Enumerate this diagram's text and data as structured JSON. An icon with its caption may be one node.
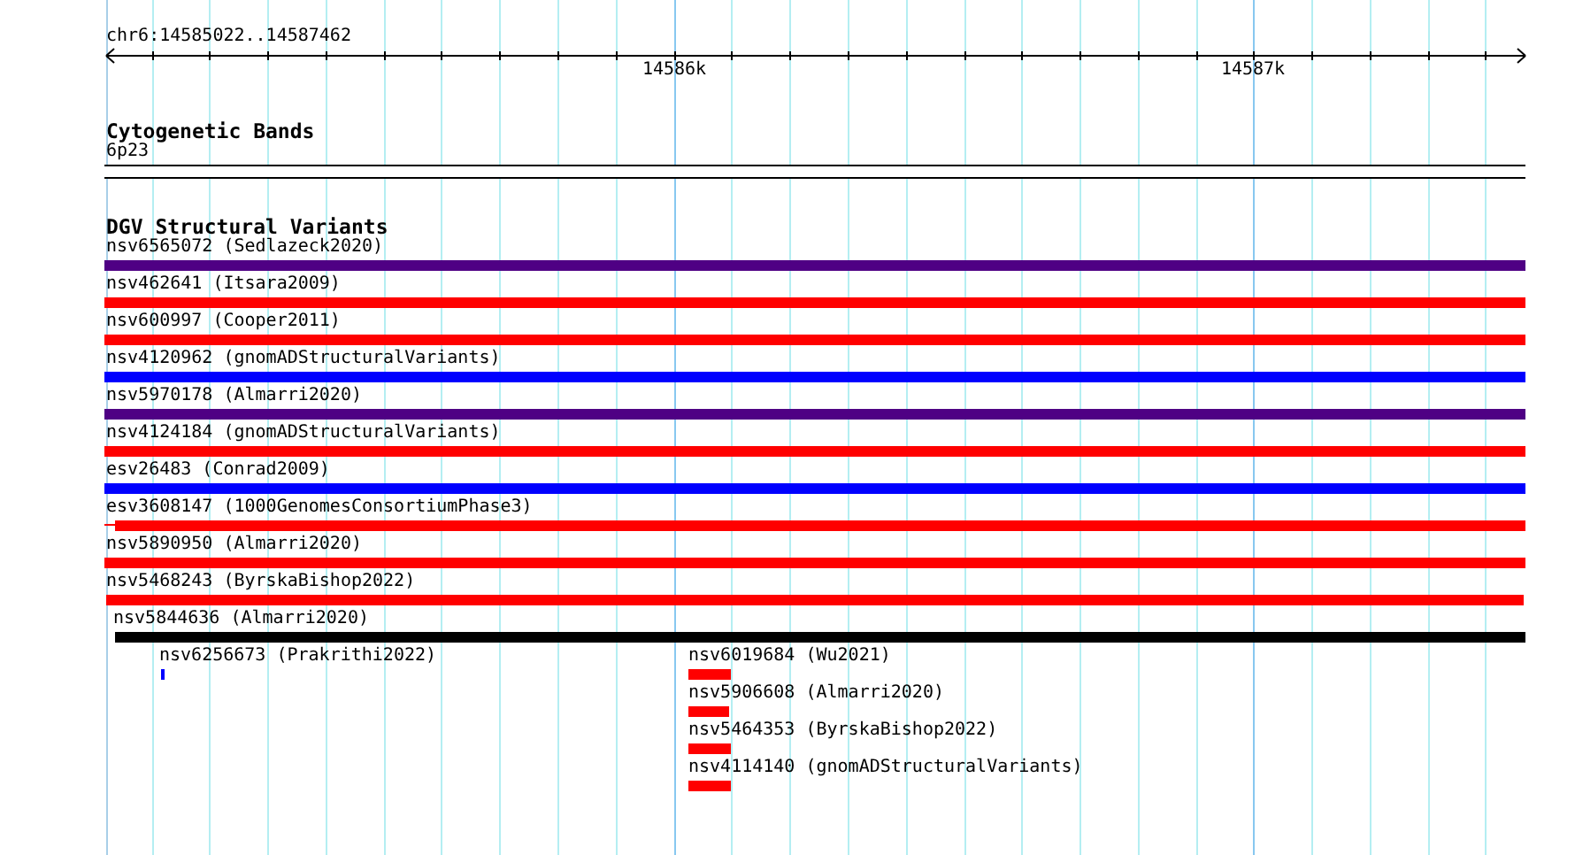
{
  "diagram": {
    "nodes": [
      {
        "text": [
          "6p23"
        ]
      },
      {
        "text": [
          "nsv6565072 (Sedlazeck2020)"
        ]
      },
      {
        "text": [
          "nsv462641 (Itsara2009)"
        ]
      },
      {
        "text": [
          "nsv600997 (Cooper2011)"
        ]
      },
      {
        "text": [
          "nsv4120962 (gnomADStructuralVariants)"
        ]
      },
      {
        "text": [
          "nsv5970178 (Almarri2020)"
        ]
      },
      {
        "text": [
          "nsv4124184 (gnomADStructuralVariants)"
        ]
      },
      {
        "text": [
          "esv26483 (Conrad2009)"
        ]
      },
      {
        "text": [
          "esv3608147 (1000GenomesConsortiumPhase3)"
        ]
      },
      {
        "text": [
          "nsv5890950 (Almarri2020)"
        ]
      },
      {
        "text": [
          "nsv5468243 (ByrskaBishop2022)"
        ]
      },
      {
        "text": [
          "nsv5844636 (Almarri2020)"
        ]
      },
      {
        "text": [
          "nsv6256673 (Prakrithi2022)"
        ]
      },
      {
        "text": [
          "nsv6019684 (Wu2021)"
        ]
      },
      {
        "text": [
          "nsv5906608 (Almarri2020)"
        ]
      },
      {
        "text": [
          "nsv5464353 (ByrskaBishop2022)"
        ]
      },
      {
        "text": [
          "nsv4114140 (gnomADStructuralVariants)"
        ]
      }
    ],
    "labels": [
      "chr6:14585022..14587462",
      "14586k",
      "14587k",
      "Cytogenetic Bands",
      "DGV Structural Variants"
    ]
  }
}
